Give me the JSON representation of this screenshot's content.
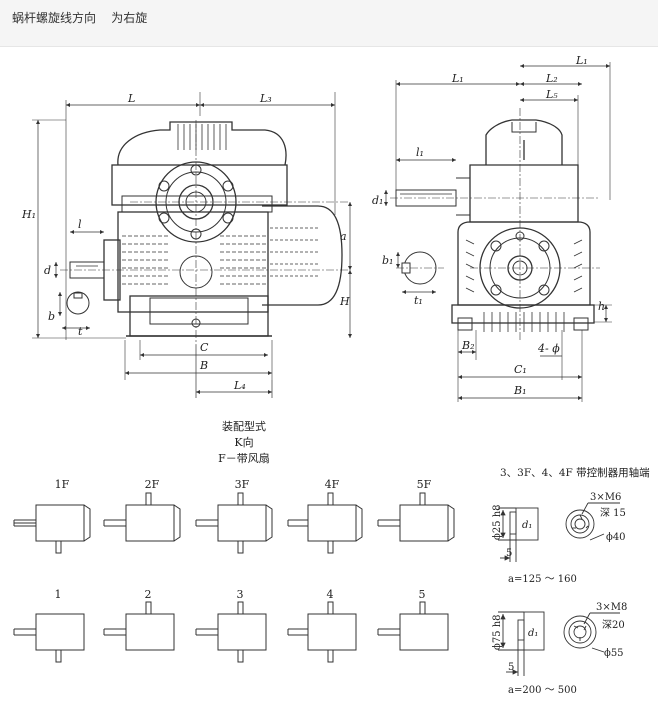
{
  "header": {
    "caption": "蜗杆螺旋线方向    为右旋"
  },
  "front_view_labels": {
    "L": "L",
    "L3": "L₃",
    "H1": "H₁",
    "l": "l",
    "d": "d",
    "b": "b",
    "t": "t",
    "a": "a",
    "H": "H",
    "C": "C",
    "B": "B",
    "L4": "L₄"
  },
  "side_view_labels": {
    "L1": "L₁",
    "L1b": "L₁",
    "L2": "L₂",
    "L5": "L₅",
    "l1": "l₁",
    "d1": "d₁",
    "b1": "b₁",
    "t1": "t₁",
    "h": "h",
    "B2": "B₂",
    "four_phi": "4- ϕ",
    "C1": "C₁",
    "B1": "B₁"
  },
  "assembly": {
    "title": "装配型式",
    "k_dir": "K向",
    "fan_note": "F－带风扇",
    "types_row1": [
      "1F",
      "2F",
      "3F",
      "4F",
      "5F"
    ],
    "types_row2": [
      "1",
      "2",
      "3",
      "4",
      "5"
    ]
  },
  "shaft_end": {
    "title": "3、3F、4、4F 带控制器用轴端",
    "small": {
      "dia": "ϕ25 h8",
      "d1": "d₁",
      "five": "5",
      "thread": "3×M6",
      "depth": "深 15",
      "phi": "ϕ40",
      "range": "a=125 ～ 160"
    },
    "large": {
      "dia": "ϕ75 h8",
      "d1": "d₁",
      "five": "5",
      "thread": "3×M8",
      "depth": "深20",
      "phi": "ϕ55",
      "range": "a=200 ～ 500"
    }
  }
}
